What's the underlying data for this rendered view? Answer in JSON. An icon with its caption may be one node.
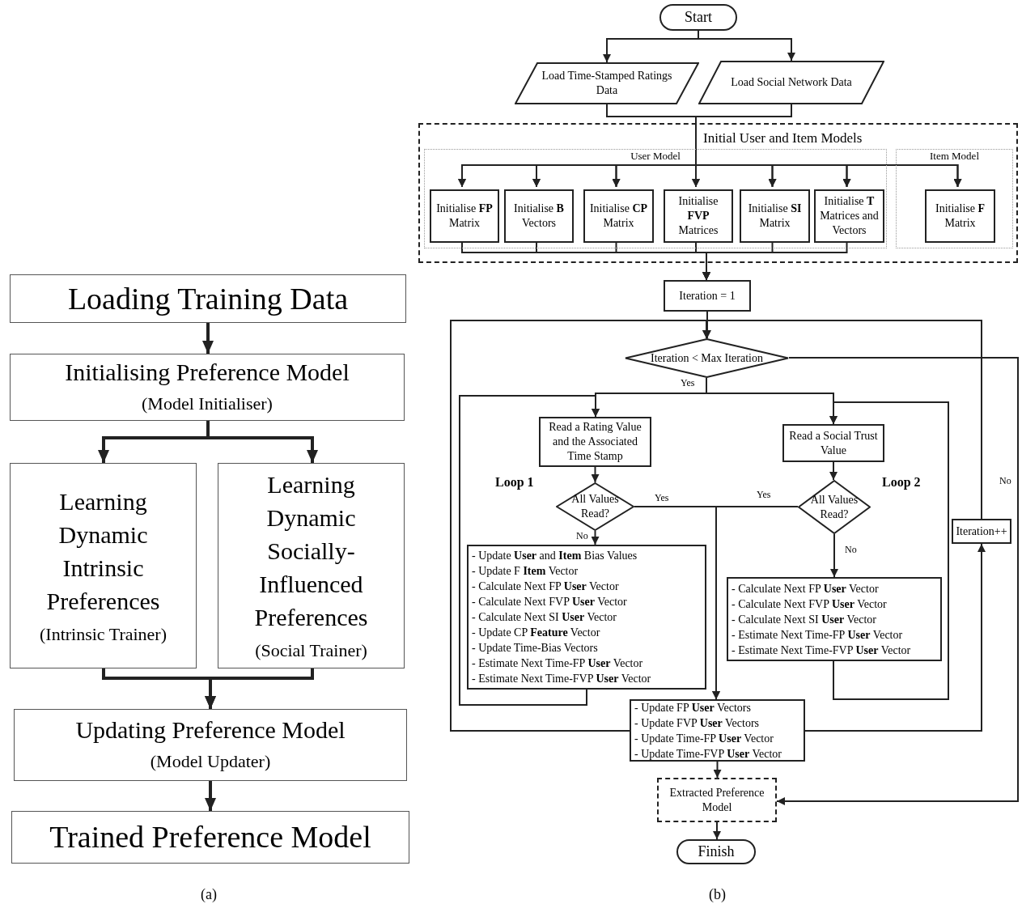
{
  "diagram": {
    "nodes": [
      {
        "text": [
          "Loading Training Data"
        ]
      },
      {
        "text": [
          "Initialising Preference Model",
          "(Model Initialiser)"
        ]
      },
      {
        "text": [
          "Learning Dynamic Intrinsic Preferences",
          "(Intrinsic Trainer)"
        ]
      },
      {
        "text": [
          "Learning Dynamic Socially-Influenced Preferences",
          "(Social Trainer)"
        ]
      },
      {
        "text": [
          "Updating Preference Model",
          "(Model Updater)"
        ]
      },
      {
        "text": [
          "Trained Preference Model"
        ]
      },
      {
        "text": [
          "Start"
        ]
      },
      {
        "text": [
          "Load Time-Stamped Ratings Data"
        ]
      },
      {
        "text": [
          "Load Social Network Data"
        ]
      },
      {
        "text": [
          "Initial User and Item Models"
        ]
      },
      {
        "text": [
          "User Model"
        ],
        "in": 9
      },
      {
        "text": [
          "Initialise **FP** Matrix"
        ],
        "in": 10
      },
      {
        "text": [
          "Initialise **B** Vectors"
        ],
        "in": 10
      },
      {
        "text": [
          "Initialise **CP** Matrix"
        ],
        "in": 10
      },
      {
        "text": [
          "Initialise **FVP** Matrices"
        ],
        "in": 10
      },
      {
        "text": [
          "Initialise **SI** Matrix"
        ],
        "in": 10
      },
      {
        "text": [
          "Initialise **T** Matrices and Vectors"
        ],
        "in": 10
      },
      {
        "text": [
          "Item Model"
        ],
        "in": 9
      },
      {
        "text": [
          "Initialise **F** Matrix"
        ],
        "in": 17
      },
      {
        "text": [
          "Iteration = 1"
        ]
      },
      {
        "text": [
          "Iteration < Max Iteration"
        ]
      },
      {
        "text": [
          "Read a Rating Value and the Associated Time Stamp"
        ]
      },
      {
        "text": [
          "Read a Social Trust Value"
        ]
      },
      {
        "text": [
          "All Values Read?"
        ]
      },
      {
        "text": [
          "All Values Read?"
        ]
      },
      {
        "text": [
          "- Update **User** and **Item** Bias Values",
          "- Update F **Item** Vector",
          "- Calculate Next FP **User** Vector",
          "- Calculate Next FVP **User** Vector",
          "- Calculate Next SI **User** Vector",
          "- Update CP **Feature** Vector",
          "- Update Time-Bias Vectors",
          "- Estimate Next Time-FP **User** Vector",
          "- Estimate Next Time-FVP **User** Vector"
        ]
      },
      {
        "text": [
          "- Calculate Next FP **User** Vector",
          "- Calculate Next FVP **User** Vector",
          "- Calculate Next SI **User** Vector",
          "- Estimate Next Time-FP **User** Vector",
          "- Estimate Next Time-FVP **User** Vector"
        ]
      },
      {
        "text": [
          "Iteration++"
        ]
      },
      {
        "text": [
          "- Update FP **User** Vectors",
          "- Update FVP **User** Vectors",
          "- Update Time-FP **User** Vector",
          "- Update Time-FVP **User** Vector"
        ]
      },
      {
        "text": [
          "Extracted Preference Model"
        ]
      },
      {
        "text": [
          "Finish"
        ]
      }
    ],
    "edges": [
      {
        "from": 0,
        "to": 1,
        "arrow": "to",
        "style": "thick"
      },
      {
        "from": 1,
        "to": 2,
        "arrow": "to",
        "style": "thick"
      },
      {
        "from": 1,
        "to": 3,
        "arrow": "to",
        "style": "thick"
      },
      {
        "from": 2,
        "to": 4,
        "arrow": "to",
        "style": "thick"
      },
      {
        "from": 3,
        "to": 4,
        "arrow": "to",
        "style": "thick"
      },
      {
        "from": 4,
        "to": 5,
        "arrow": "to",
        "style": "thick"
      },
      {
        "from": 6,
        "to": 7,
        "arrow": "to"
      },
      {
        "from": 6,
        "to": 8,
        "arrow": "to"
      },
      {
        "from": 7,
        "to": 11,
        "arrow": "to"
      },
      {
        "from": 7,
        "to": 12,
        "arrow": "to"
      },
      {
        "from": 7,
        "to": 13,
        "arrow": "to"
      },
      {
        "from": 7,
        "to": 14,
        "arrow": "to"
      },
      {
        "from": 7,
        "to": 15,
        "arrow": "to"
      },
      {
        "from": 7,
        "to": 16,
        "arrow": "to"
      },
      {
        "from": 7,
        "to": 18,
        "arrow": "to"
      },
      {
        "from": 8,
        "to": 11,
        "arrow": "to"
      },
      {
        "from": 8,
        "to": 12,
        "arrow": "to"
      },
      {
        "from": 8,
        "to": 13,
        "arrow": "to"
      },
      {
        "from": 8,
        "to": 14,
        "arrow": "to"
      },
      {
        "from": 8,
        "to": 15,
        "arrow": "to"
      },
      {
        "from": 8,
        "to": 16,
        "arrow": "to"
      },
      {
        "from": 8,
        "to": 18,
        "arrow": "to"
      },
      {
        "from": 11,
        "to": 19,
        "arrow": "to"
      },
      {
        "from": 12,
        "to": 19,
        "arrow": "to"
      },
      {
        "from": 13,
        "to": 19,
        "arrow": "to"
      },
      {
        "from": 14,
        "to": 19,
        "arrow": "to"
      },
      {
        "from": 15,
        "to": 19,
        "arrow": "to"
      },
      {
        "from": 16,
        "to": 19,
        "arrow": "to"
      },
      {
        "from": 19,
        "to": 20,
        "arrow": "to"
      },
      {
        "from": 20,
        "to": 21,
        "arrow": "to",
        "label": "Yes"
      },
      {
        "from": 20,
        "to": 22,
        "arrow": "to"
      },
      {
        "from": 20,
        "to": 29,
        "arrow": "to",
        "label": "No"
      },
      {
        "from": 21,
        "to": 23,
        "arrow": "to"
      },
      {
        "from": 22,
        "to": 24,
        "arrow": "to"
      },
      {
        "from": 23,
        "to": 25,
        "arrow": "to",
        "label": "No"
      },
      {
        "from": 24,
        "to": 26,
        "arrow": "to",
        "label": "No"
      },
      {
        "from": 23,
        "to": 28,
        "arrow": "to",
        "label": "Yes"
      },
      {
        "from": 24,
        "to": 28,
        "arrow": "to",
        "label": "Yes"
      },
      {
        "from": 25,
        "to": 21,
        "arrow": "to"
      },
      {
        "from": 26,
        "to": 22,
        "arrow": "to"
      },
      {
        "from": 28,
        "to": 20,
        "arrow": "to"
      },
      {
        "from": 28,
        "to": 27,
        "arrow": "to"
      },
      {
        "from": 27,
        "to": 20,
        "arrow": "to"
      },
      {
        "from": 28,
        "to": 29,
        "arrow": "to"
      },
      {
        "from": 29,
        "to": 30,
        "arrow": "to"
      }
    ],
    "labels": [
      "Loop 1",
      "Loop 2",
      "(a)",
      "(b)"
    ]
  }
}
